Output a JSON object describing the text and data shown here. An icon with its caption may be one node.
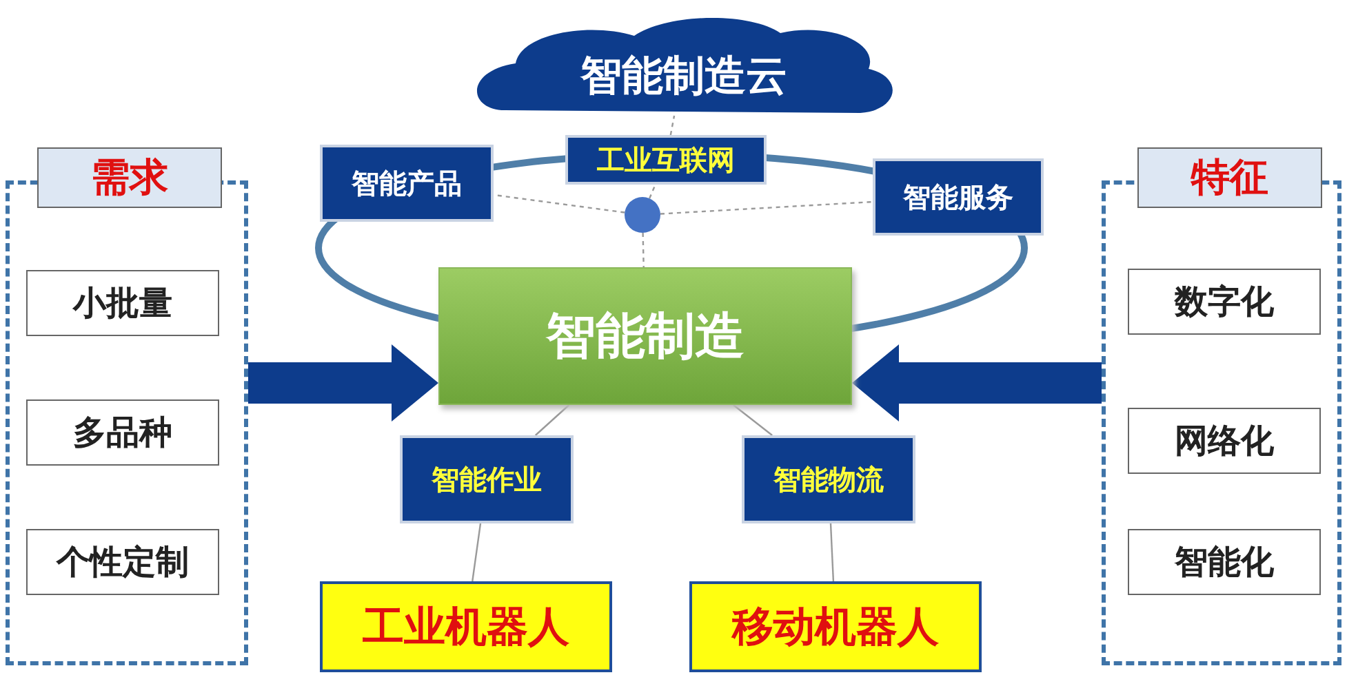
{
  "diagram": {
    "nodes": [
      {
        "text": [
          "智能制造云"
        ]
      },
      {
        "text": [
          "工业互联网"
        ]
      },
      {
        "text": [
          "智能产品"
        ]
      },
      {
        "text": [
          "智能服务"
        ]
      },
      {
        "text": [],
        "shape": "circle"
      },
      {
        "text": [
          "智能制造"
        ]
      },
      {
        "text": [
          "智能作业"
        ]
      },
      {
        "text": [
          "智能物流"
        ]
      },
      {
        "text": [
          "工业机器人"
        ]
      },
      {
        "text": [
          "移动机器人"
        ]
      },
      {
        "text": [
          "需求"
        ]
      },
      {
        "text": [
          "小批量"
        ],
        "in": 10
      },
      {
        "text": [
          "多品种"
        ],
        "in": 10
      },
      {
        "text": [
          "个性定制"
        ],
        "in": 10
      },
      {
        "text": [
          "特征"
        ]
      },
      {
        "text": [
          "数字化"
        ],
        "in": 14
      },
      {
        "text": [
          "网络化"
        ],
        "in": 14
      },
      {
        "text": [
          "智能化"
        ],
        "in": 14
      }
    ],
    "edges": [
      {
        "from": 4,
        "to": 1,
        "arrow": "none",
        "style": "dashed"
      },
      {
        "from": 1,
        "to": 0,
        "arrow": "none",
        "style": "dashed"
      },
      {
        "from": 4,
        "to": 2,
        "arrow": "none",
        "style": "dashed"
      },
      {
        "from": 4,
        "to": 3,
        "arrow": "none",
        "style": "dashed"
      },
      {
        "from": 4,
        "to": 5,
        "arrow": "none",
        "style": "dashed"
      },
      {
        "from": 5,
        "to": 6,
        "arrow": "none"
      },
      {
        "from": 5,
        "to": 7,
        "arrow": "none"
      },
      {
        "from": 6,
        "to": 8,
        "arrow": "none"
      },
      {
        "from": 7,
        "to": 9,
        "arrow": "none"
      },
      {
        "from": 10,
        "to": 5,
        "arrow": "to",
        "style": "thick",
        "color": "#0d3c8c"
      },
      {
        "from": 14,
        "to": 5,
        "arrow": "to",
        "style": "thick",
        "color": "#0d3c8c"
      }
    ]
  }
}
